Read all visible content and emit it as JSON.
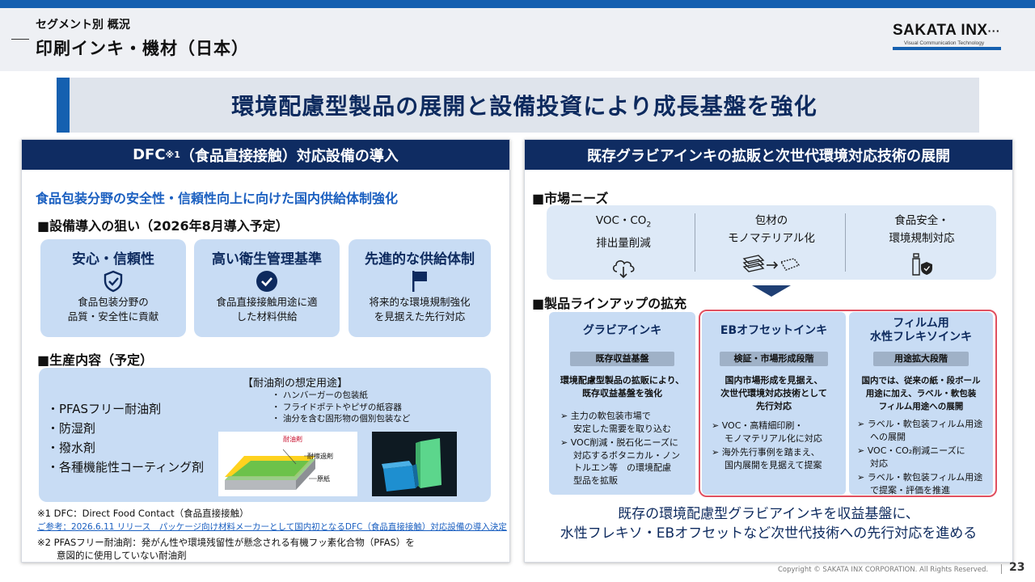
{
  "header": {
    "subtitle": "セグメント別 概況",
    "title": "印刷インキ・機材（日本）",
    "logo_name": "SAKATA INX",
    "logo_tagline": "Visual Communication Technology"
  },
  "banner": {
    "text": "環境配慮型製品の展開と設備投資により成長基盤を強化"
  },
  "left": {
    "heading_pre": "DFC",
    "heading_sup": "※1",
    "heading_post": "（食品直接接触）対応設備の導入",
    "lead": "食品包装分野の安全性・信頼性向上に向けた国内供給体制強化",
    "aim_title": "■設備導入の狙い（2026年8月導入予定）",
    "cards": [
      {
        "title": "安心・信頼性",
        "icon": "shield-check-icon",
        "desc": "食品包装分野の\n品質・安全性に貢献"
      },
      {
        "title": "高い衛生管理基準",
        "icon": "check-circle-icon",
        "desc": "食品直接接触用途に適\nした材料供給"
      },
      {
        "title": "先進的な供給体制",
        "icon": "flag-icon",
        "desc": "将来的な環境規制強化\nを見据えた先行対応"
      }
    ],
    "prod_title": "■生産内容（予定）",
    "products": [
      "・PFASフリー耐油剤",
      "・防湿剤",
      "・撥水剤",
      "・各種機能性コーティング剤"
    ],
    "uses_title": "【耐油剤の想定用途】",
    "uses": [
      "・ ハンバーガーの包装紙",
      "・ フライドポテトやピザの紙容器",
      "・ 油分を含む固形物の個別包装など"
    ],
    "diagram_labels": [
      "耐油剤",
      "耐擦過剤",
      "原紙"
    ],
    "note1": "※1 DFC：Direct Food Contact（食品直接接触）",
    "note1_link": "ご参考：2026.6.11 リリース　パッケージ向け材料メーカーとして国内初となるDFC（食品直接接触）対応設備の導入決定",
    "note2_a": "※2 PFASフリー耐油剤：発がん性や環境残留性が懸念される有機フッ素化合物（PFAS）を",
    "note2_b": "意図的に使用していない耐油剤"
  },
  "right": {
    "heading": "既存グラビアインキの拡販と次世代環境対応技術の展開",
    "needs_title": "■市場ニーズ",
    "needs": [
      {
        "line1": "VOC・CO",
        "sub": "2",
        "line2": "排出量削減",
        "icon": "cloud-download-icon"
      },
      {
        "line1": "包材の",
        "sub": "",
        "line2": "モノマテリアル化",
        "icon": "material-change-icon"
      },
      {
        "line1": "食品安全・",
        "sub": "",
        "line2": "環境規制対応",
        "icon": "bottle-shield-icon"
      }
    ],
    "lineup_title": "■製品ラインアップの拡充",
    "columns": [
      {
        "title": "グラビアインキ",
        "badge": "既存収益基盤",
        "summary": "環境配慮型製品の拡販により、\n既存収益基盤を強化",
        "items": [
          "➢ 主力の軟包装市場で\n安定した需要を取り込む",
          "➢ VOC削減・脱石化ニーズに\n対応するボタニカル・ノン\nトルエン等　の環境配慮\n型品を拡販"
        ]
      },
      {
        "title": "EBオフセットインキ",
        "badge": "検証・市場形成段階",
        "summary": "国内市場形成を見据え、\n次世代環境対応技術として\n先行対応",
        "items": [
          "➢ VOC・高精細印刷・\nモノマテリアル化に対応",
          "➢ 海外先行事例を踏まえ、\n国内展開を見据えて提案"
        ]
      },
      {
        "title": "フィルム用\n水性フレキソインキ",
        "badge": "用途拡大段階",
        "summary": "国内では、従来の紙・段ボール\n用途に加え、ラベル・軟包装\nフィルム用途への展開",
        "items": [
          "➢ ラベル・軟包装フィルム用途\nへの展開",
          "➢ VOC・CO₂削減ニーズに\n対応",
          "➢ ラベル・軟包装フィルム用途\nで提案・評価を推進"
        ]
      }
    ],
    "conclusion_1": "既存の環境配慮型グラビアインキを収益基盤に、",
    "conclusion_2": "水性フレキソ・EBオフセットなど次世代技術への先行対応を進める"
  },
  "footer": {
    "copyright": "Copyright © SAKATA INX CORPORATION. All Rights Reserved.",
    "page": "23"
  },
  "colors": {
    "navy": "#0f2c62",
    "blue": "#1560b0",
    "card": "#c8dcf4",
    "highlight": "#e05060"
  }
}
